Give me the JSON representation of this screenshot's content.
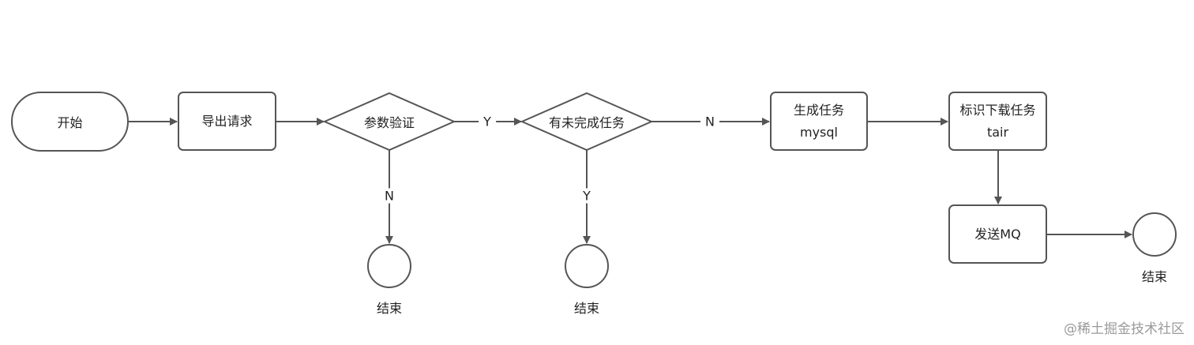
{
  "colors": {
    "stroke": "#555555",
    "text": "#222222",
    "watermark": "#9a9a9a"
  },
  "nodes": {
    "start": "开始",
    "export_request": "导出请求",
    "param_check": "参数验证",
    "has_unfinished": "有未完成任务",
    "create_task": {
      "line1": "生成任务",
      "line2": "mysql"
    },
    "mark_task": {
      "line1": "标识下载任务",
      "line2": "tair"
    },
    "send_mq": "发送MQ"
  },
  "edge_labels": {
    "param_yes": "Y",
    "param_no": "N",
    "unfinished_no": "N",
    "unfinished_yes": "Y"
  },
  "end_labels": {
    "end1": "结束",
    "end2": "结束",
    "end3": "结束"
  },
  "watermark": "@稀土掘金技术社区"
}
